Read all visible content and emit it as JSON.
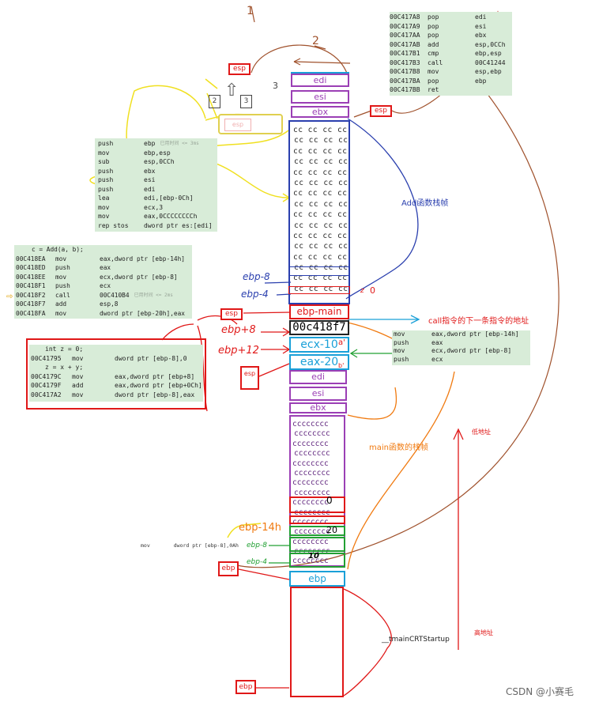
{
  "asm_top_right": [
    {
      "addr": "00C417A8",
      "op": "pop",
      "arg": "edi"
    },
    {
      "addr": "00C417A9",
      "op": "pop",
      "arg": "esi"
    },
    {
      "addr": "00C417AA",
      "op": "pop",
      "arg": "ebx"
    },
    {
      "addr": "00C417AB",
      "op": "add",
      "arg": "esp,0CCh"
    },
    {
      "addr": "00C417B1",
      "op": "cmp",
      "arg": "ebp,esp"
    },
    {
      "addr": "00C417B3",
      "op": "call",
      "arg": "00C41244"
    },
    {
      "addr": "00C417B8",
      "op": "mov",
      "arg": "esp,ebp"
    },
    {
      "addr": "00C417BA",
      "op": "pop",
      "arg": "ebp"
    },
    {
      "addr": "00C417BB",
      "op": "ret",
      "arg": ""
    }
  ],
  "asm_prologue": [
    {
      "op": "push",
      "arg": "ebp",
      "note": "已用时间 <= 3ms"
    },
    {
      "op": "mov",
      "arg": "ebp,esp",
      "note": ""
    },
    {
      "op": "sub",
      "arg": "esp,0CCh",
      "note": ""
    },
    {
      "op": "push",
      "arg": "ebx",
      "note": ""
    },
    {
      "op": "push",
      "arg": "esi",
      "note": ""
    },
    {
      "op": "push",
      "arg": "edi",
      "note": ""
    },
    {
      "op": "lea",
      "arg": "edi,[ebp-0Ch]",
      "note": ""
    },
    {
      "op": "mov",
      "arg": "ecx,3",
      "note": ""
    },
    {
      "op": "mov",
      "arg": "eax,0CCCCCCCCh",
      "note": ""
    },
    {
      "op": "rep stos",
      "arg": "dword ptr es:[edi]",
      "note": ""
    }
  ],
  "asm_call": {
    "header": "c = Add(a, b);",
    "rows": [
      {
        "addr": "00C418EA",
        "op": "mov",
        "arg": "eax,dword ptr [ebp-14h]",
        "note": ""
      },
      {
        "addr": "00C418ED",
        "op": "push",
        "arg": "eax",
        "note": ""
      },
      {
        "addr": "00C418EE",
        "op": "mov",
        "arg": "ecx,dword ptr [ebp-8]",
        "note": ""
      },
      {
        "addr": "00C418F1",
        "op": "push",
        "arg": "ecx",
        "note": ""
      },
      {
        "addr": "00C418F2",
        "op": "call",
        "arg": "00C410B4",
        "note": "已用时间 <= 2ms"
      },
      {
        "addr": "00C418F7",
        "op": "add",
        "arg": "esp,8",
        "note": ""
      },
      {
        "addr": "00C418FA",
        "op": "mov",
        "arg": "dword ptr [ebp-20h],eax",
        "note": ""
      }
    ]
  },
  "asm_add_body": {
    "line1": "int z = 0;",
    "rows1": [
      {
        "addr": "00C41795",
        "op": "mov",
        "arg": "dword ptr [ebp-8],0"
      }
    ],
    "line2": "z = x + y;",
    "rows2": [
      {
        "addr": "00C4179C",
        "op": "mov",
        "arg": "eax,dword ptr [ebp+8]"
      },
      {
        "addr": "00C4179F",
        "op": "add",
        "arg": "eax,dword ptr [ebp+0Ch]"
      },
      {
        "addr": "00C417A2",
        "op": "mov",
        "arg": "dword ptr [ebp-8],eax"
      }
    ]
  },
  "asm_mid_right": [
    {
      "op": "mov",
      "arg": "eax,dword ptr [ebp-14h]"
    },
    {
      "op": "push",
      "arg": "eax"
    },
    {
      "op": "mov",
      "arg": "ecx,dword ptr [ebp-8]"
    },
    {
      "op": "push",
      "arg": "ecx"
    }
  ],
  "stray_asm": {
    "op": "mov",
    "arg": "dword ptr [ebp-8],0Ah"
  },
  "stack": {
    "add_edi": "edi",
    "add_esi": "esi",
    "add_ebx": "ebx",
    "cc_row": "cc cc cc cc",
    "ebp_main": "ebp-main",
    "ret_addr": "00c418f7",
    "ecx_val": "ecx-10",
    "eax_val": "eax-20",
    "main_edi": "edi",
    "main_esi": "esi",
    "main_ebx": "ebx",
    "cc_main_row": "cccccccc",
    "c_val": "0",
    "b_val": "20",
    "a_val": "10",
    "ebp": "ebp",
    "startup": "__tmainCRTStartup"
  },
  "labels": {
    "esp": "esp",
    "ebp": "ebp",
    "add_frame": "Add函数栈帧",
    "main_frame": "main函数的栈帧",
    "call_next": "call指令的下一条指令的地址",
    "low_addr": "低地址",
    "high_addr": "高地址",
    "ebp_m8": "ebp-8",
    "ebp_m4": "ebp-4",
    "ebp_p8": "ebp+8",
    "ebp_p12": "ebp+12",
    "ebp_m14h": "ebp-14h",
    "ebp_m8_g": "ebp-8",
    "ebp_m4_g": "ebp-4",
    "zero": "0",
    "z": "z",
    "a_prime": "a'",
    "b_prime": "b'",
    "num1": "1",
    "num2": "2",
    "num3": "3",
    "num2b": "2",
    "num3b": "3",
    "watermark": "CSDN @小赛毛"
  },
  "colors": {
    "red": "#e01818",
    "purple": "#9b3fb5",
    "blue": "#2a3fae",
    "teal": "#1aa0d8",
    "green": "#22a033",
    "orange": "#f07a10",
    "yellow": "#f0e020"
  }
}
